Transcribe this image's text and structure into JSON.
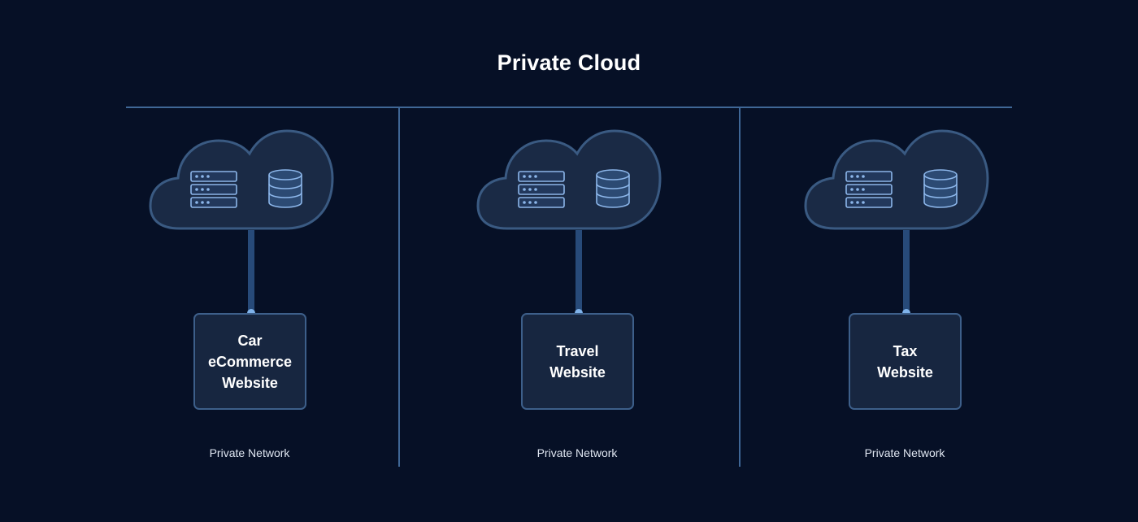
{
  "diagram": {
    "title": "Private Cloud",
    "columns": [
      {
        "site_label": "Car\neCommerce\nWebsite",
        "network_label": "Private Network",
        "icons": [
          "server-stack-icon",
          "database-icon"
        ]
      },
      {
        "site_label": "Travel\nWebsite",
        "network_label": "Private Network",
        "icons": [
          "server-stack-icon",
          "database-icon"
        ]
      },
      {
        "site_label": "Tax\nWebsite",
        "network_label": "Private Network",
        "icons": [
          "server-stack-icon",
          "database-icon"
        ]
      }
    ]
  },
  "colors": {
    "background": "#061026",
    "line": "#3f6796",
    "cloud_fill": "#1a2a45",
    "cloud_stroke": "#3a5a82",
    "icon_stroke": "#8cb6ea",
    "connector": "#274a79",
    "dot": "#7fb2ea",
    "box_fill": "#172640",
    "box_stroke": "#3d5f8a",
    "text": "#ffffff"
  }
}
